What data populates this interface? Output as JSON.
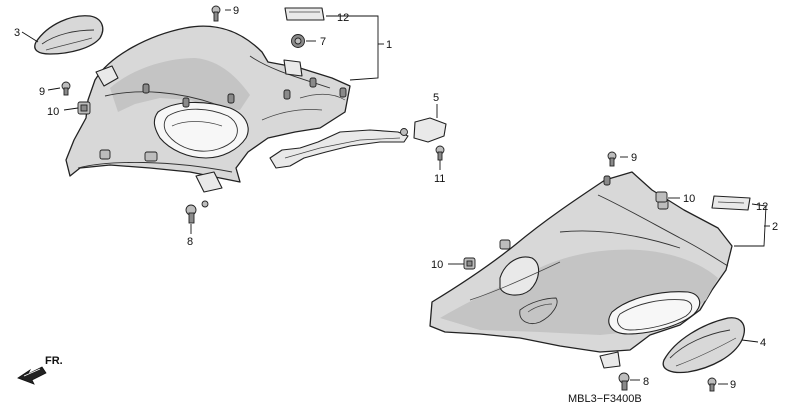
{
  "diagram_code": "MBL3−F3400B",
  "direction_marker": "FR.",
  "callouts": [
    {
      "id": "c1",
      "label": "1"
    },
    {
      "id": "c2",
      "label": "2"
    },
    {
      "id": "c3",
      "label": "3"
    },
    {
      "id": "c4",
      "label": "4"
    },
    {
      "id": "c5",
      "label": "5"
    },
    {
      "id": "c6",
      "label": "7"
    },
    {
      "id": "c7",
      "label": "8"
    },
    {
      "id": "c8",
      "label": "8"
    },
    {
      "id": "c9",
      "label": "9"
    },
    {
      "id": "c10",
      "label": "9"
    },
    {
      "id": "c11",
      "label": "9"
    },
    {
      "id": "c12",
      "label": "9"
    },
    {
      "id": "c13",
      "label": "10"
    },
    {
      "id": "c14",
      "label": "10"
    },
    {
      "id": "c15",
      "label": "10"
    },
    {
      "id": "c16",
      "label": "11"
    },
    {
      "id": "c17",
      "label": "12"
    },
    {
      "id": "c18",
      "label": "12"
    }
  ]
}
